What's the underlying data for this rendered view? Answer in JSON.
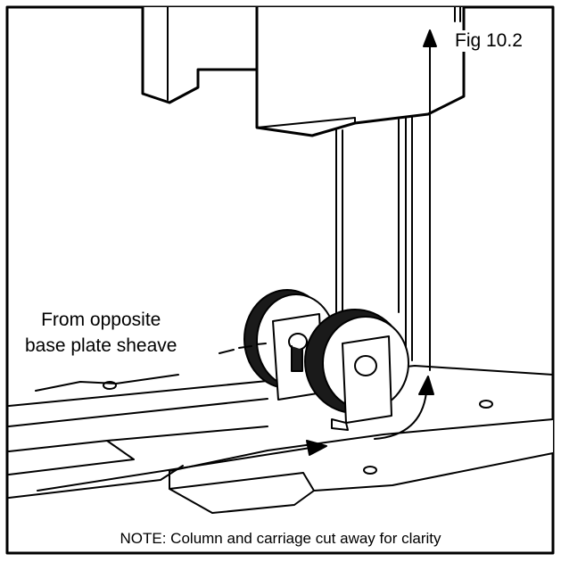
{
  "figure": {
    "fig_label": "Fig 10.2",
    "callout_line1": "From opposite",
    "callout_line2": "base plate sheave",
    "note": "NOTE: Column and carriage cut away for clarity"
  }
}
